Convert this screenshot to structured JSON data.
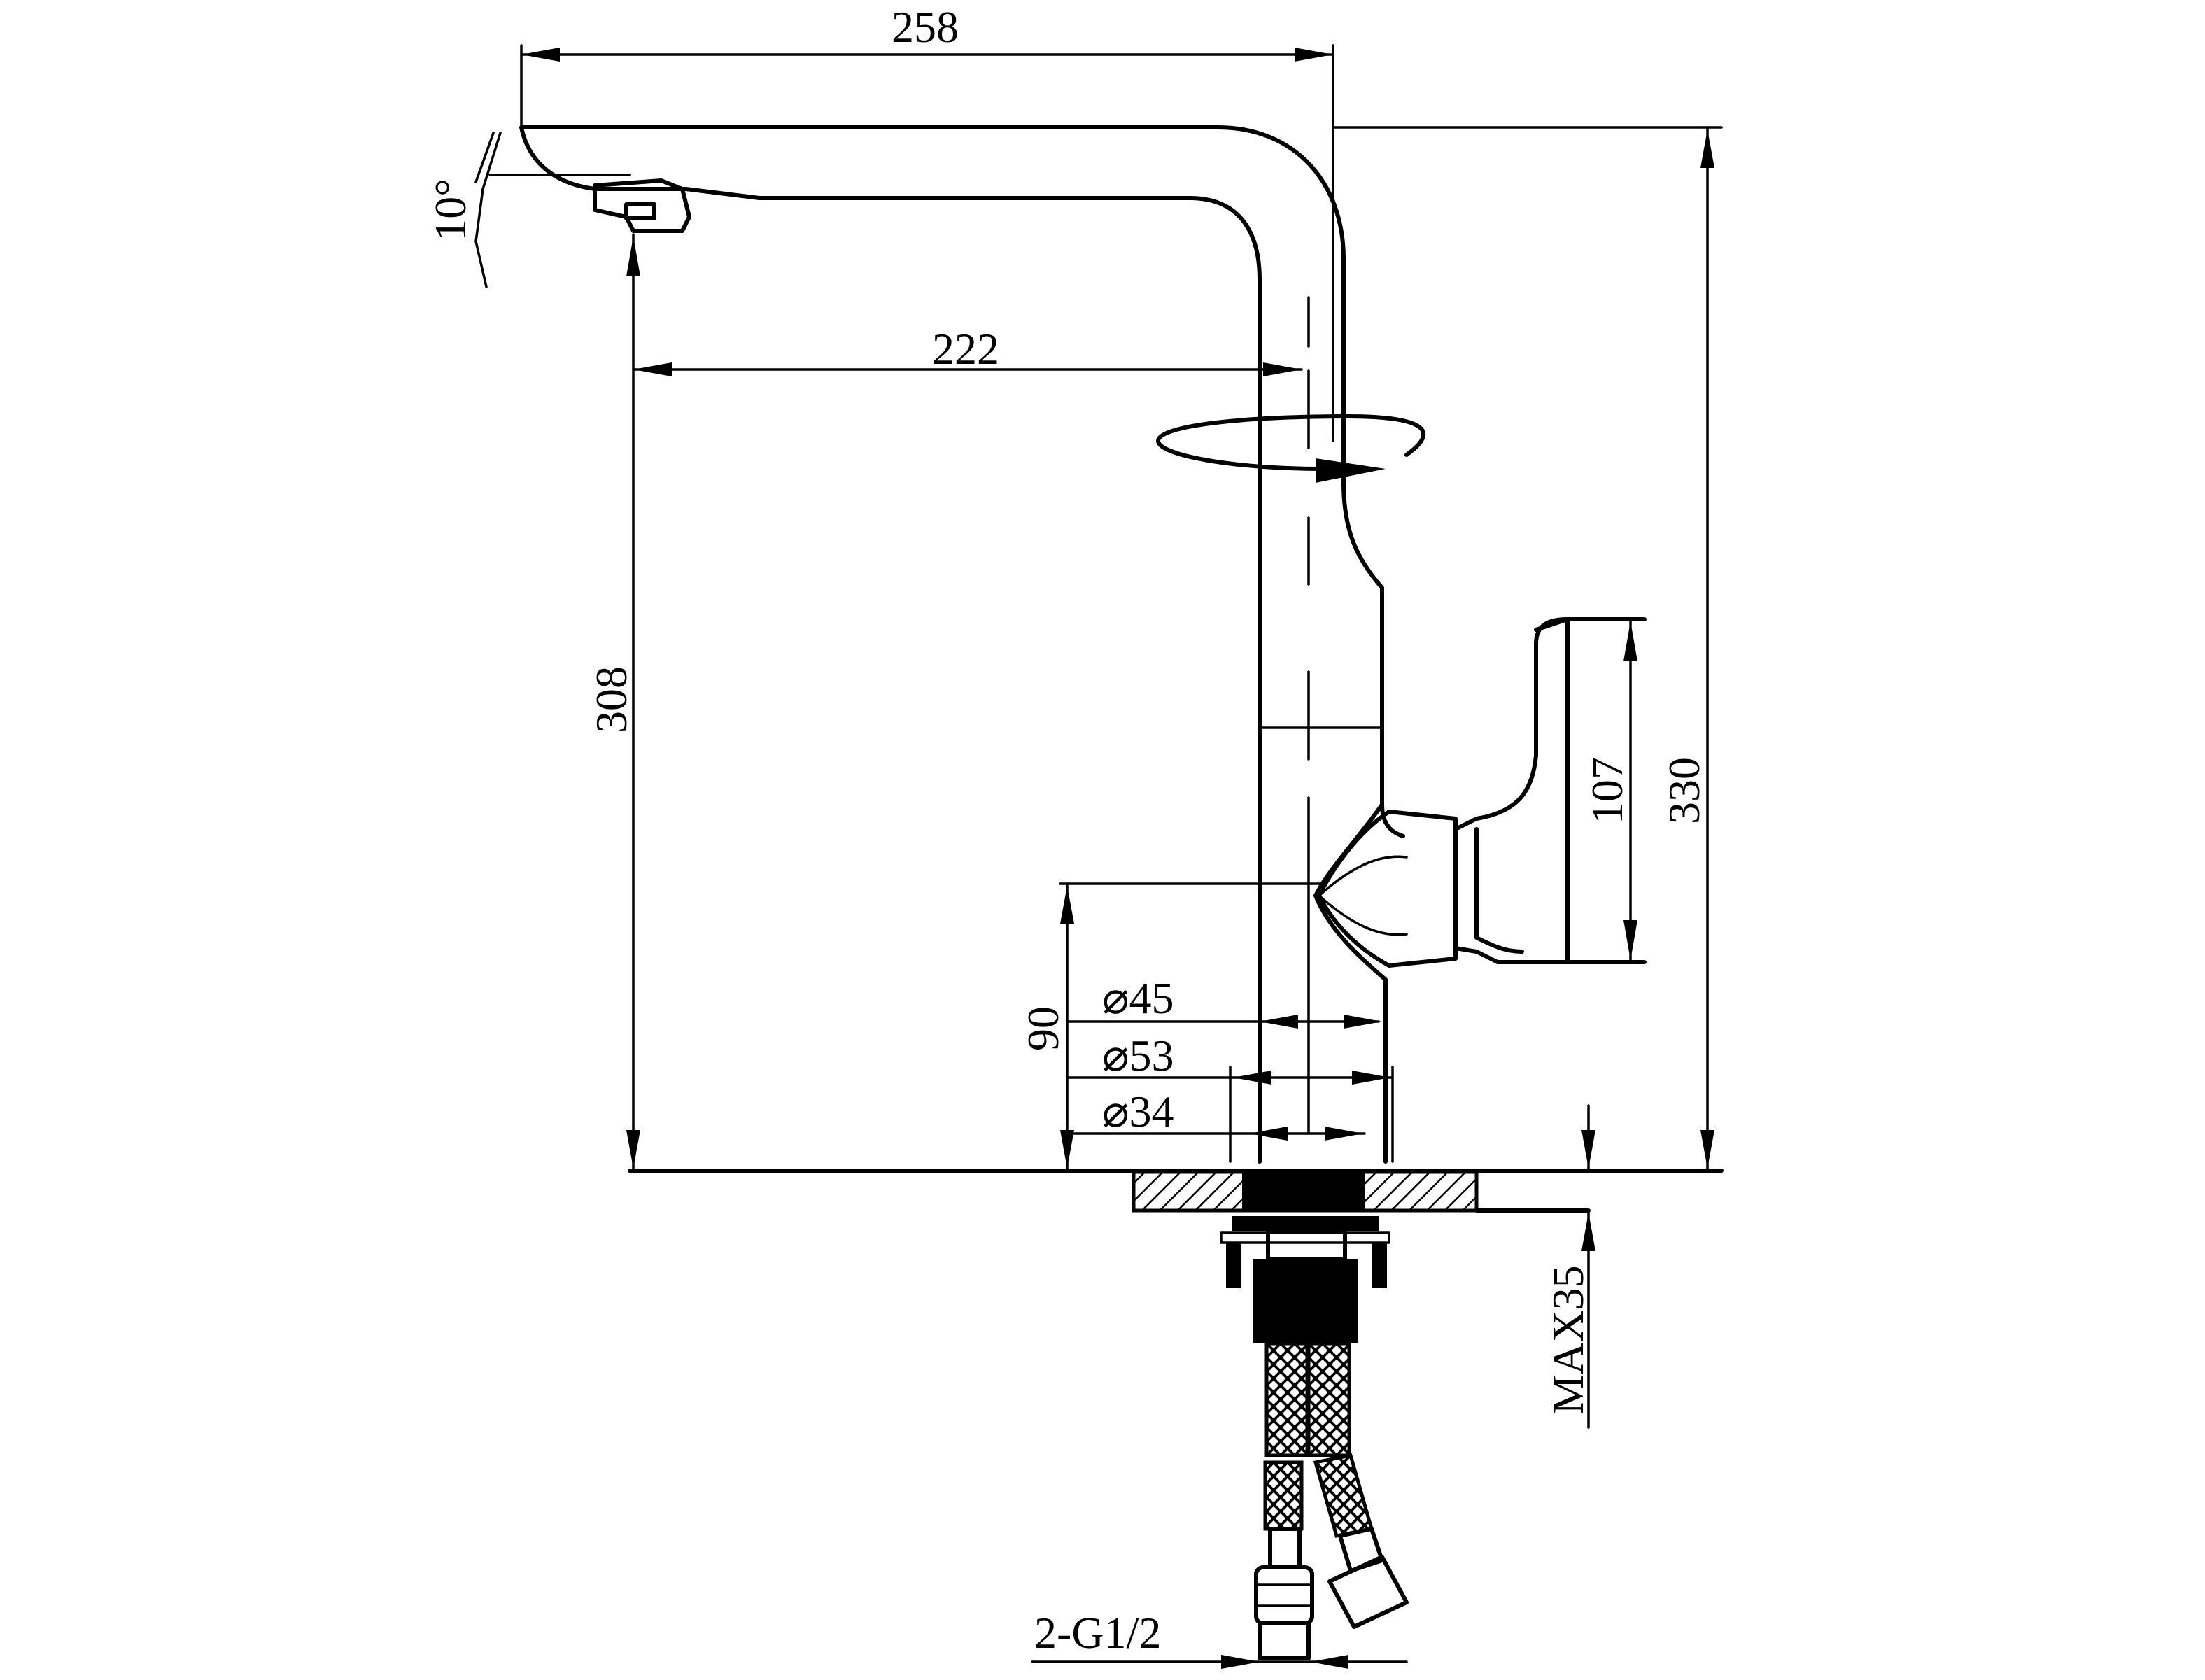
{
  "dimensions": {
    "spout_reach_total": "258",
    "spout_reach_outlet": "222",
    "spout_tilt_angle": "10°",
    "outlet_height": "308",
    "overall_height": "330",
    "lever_height": "107",
    "body_height": "90",
    "diameter_body": "⌀45",
    "diameter_base": "⌀53",
    "diameter_shank": "⌀34",
    "max_counter_thickness": "MAX35",
    "hose_connection": "2-G1/2"
  },
  "colors": {
    "line": "#000000",
    "background": "#ffffff"
  }
}
